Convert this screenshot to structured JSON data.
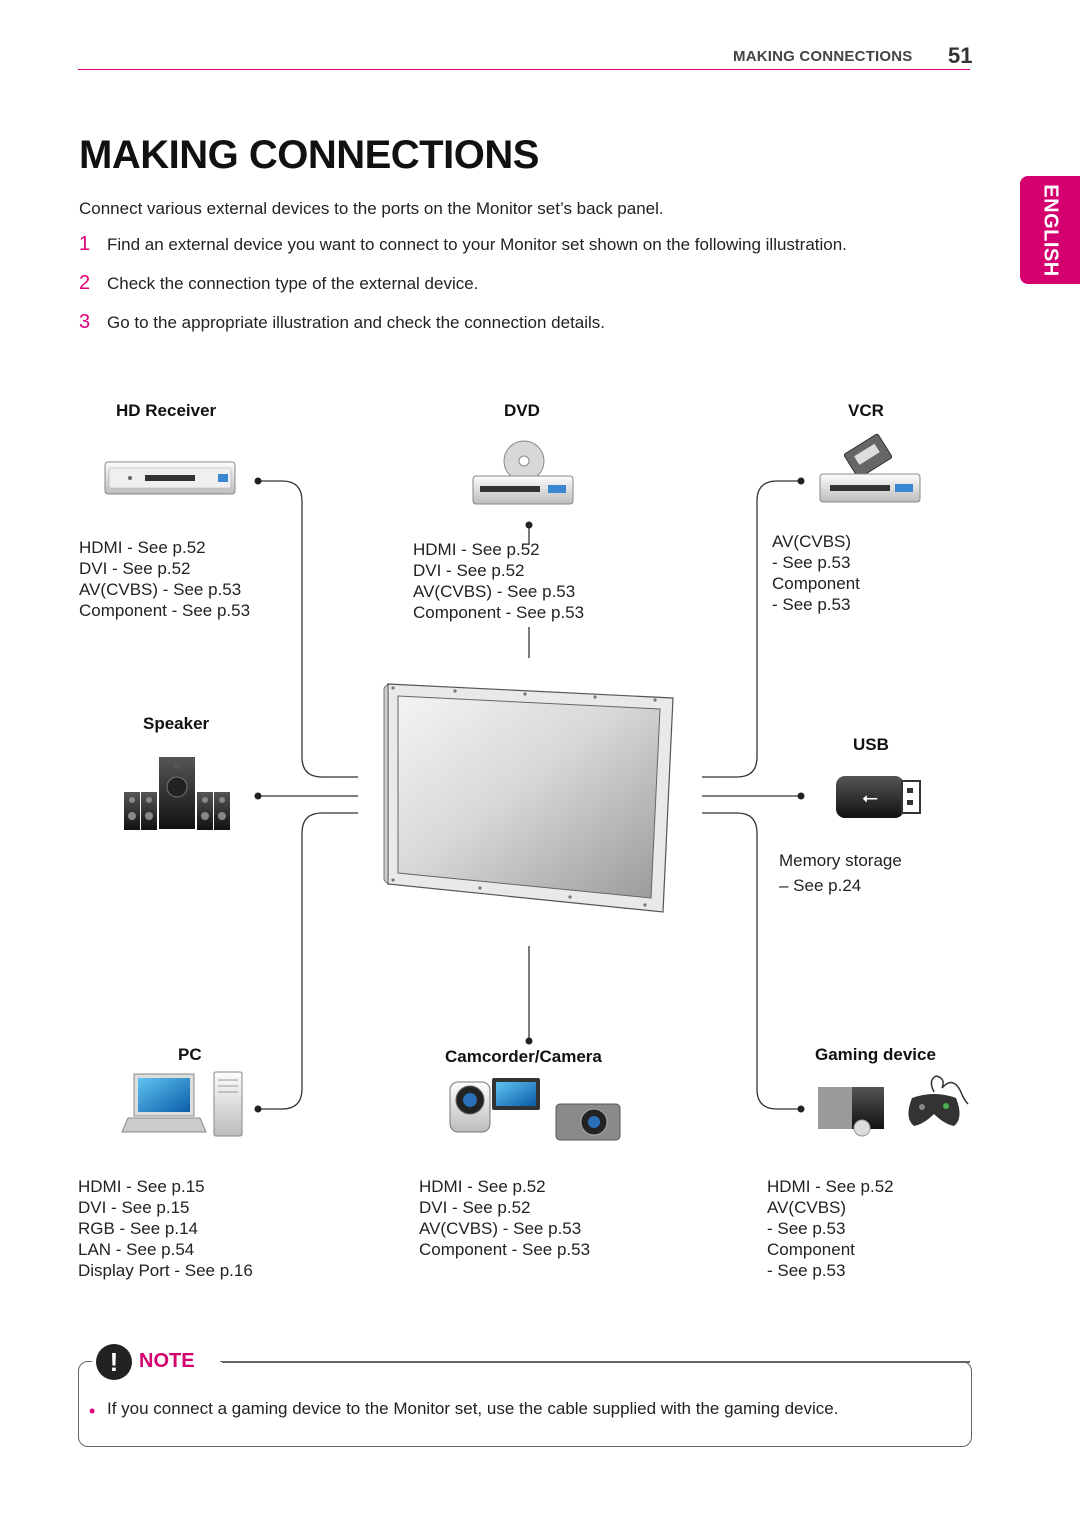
{
  "header": {
    "section": "MAKING CONNECTIONS",
    "page_number": "51"
  },
  "language_tab": "ENGLISH",
  "title": "MAKING CONNECTIONS",
  "intro": "Connect various external devices to the ports on the Monitor set’s back panel.",
  "steps": [
    {
      "num": "1",
      "text": "Find an external device you want to connect to your Monitor set shown on the following illustration."
    },
    {
      "num": "2",
      "text": "Check the connection type of the external device."
    },
    {
      "num": "3",
      "text": "Go to the appropriate illustration and check the connection details."
    }
  ],
  "devices": {
    "hd_receiver": {
      "label": "HD Receiver",
      "details": [
        "HDMI - See p.52",
        "DVI - See p.52",
        "AV(CVBS) - See p.53",
        "Component - See p.53"
      ]
    },
    "dvd": {
      "label": "DVD",
      "details": [
        "HDMI - See p.52",
        "DVI - See p.52",
        "AV(CVBS) - See p.53",
        "Component - See p.53"
      ]
    },
    "vcr": {
      "label": "VCR",
      "details": [
        "AV(CVBS)",
        "- See p.53",
        "Component",
        "- See p.53"
      ]
    },
    "speaker": {
      "label": "Speaker"
    },
    "usb": {
      "label": "USB",
      "details": [
        "Memory storage",
        "– See p.24"
      ]
    },
    "pc": {
      "label": "PC",
      "details": [
        "HDMI - See p.15",
        "DVI - See p.15",
        "RGB - See p.14",
        "LAN - See p.54",
        "Display Port - See p.16"
      ]
    },
    "camcorder": {
      "label": "Camcorder/Camera",
      "details": [
        "HDMI - See p.52",
        "DVI - See p.52",
        "AV(CVBS) - See p.53",
        "Component - See p.53"
      ]
    },
    "gaming": {
      "label": "Gaming device",
      "details": [
        "HDMI - See p.52",
        "AV(CVBS)",
        "- See p.53",
        "Component",
        "- See p.53"
      ]
    }
  },
  "note": {
    "label": "NOTE",
    "icon": "exclamation-icon",
    "text": "If you connect a gaming device to the Monitor set, use the cable supplied with the gaming device."
  },
  "colors": {
    "accent": "#e2007a",
    "tab": "#d4006f"
  }
}
